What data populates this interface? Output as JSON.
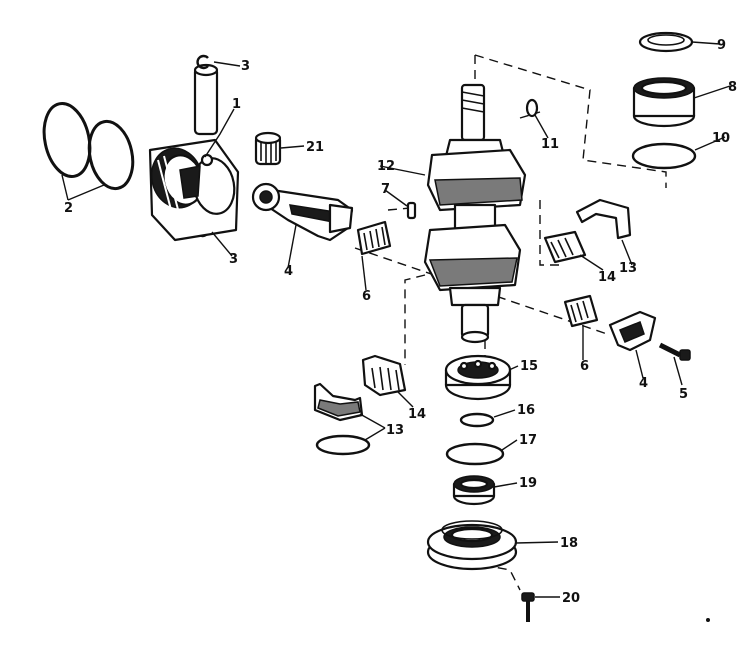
{
  "callouts": [
    {
      "id": "c1",
      "text": "1"
    },
    {
      "id": "c2",
      "text": "2"
    },
    {
      "id": "c3a",
      "text": "3"
    },
    {
      "id": "c3b",
      "text": "3"
    },
    {
      "id": "c4a",
      "text": "4"
    },
    {
      "id": "c4b",
      "text": "4"
    },
    {
      "id": "c5",
      "text": "5"
    },
    {
      "id": "c6a",
      "text": "6"
    },
    {
      "id": "c6b",
      "text": "6"
    },
    {
      "id": "c7",
      "text": "7"
    },
    {
      "id": "c8",
      "text": "8"
    },
    {
      "id": "c9",
      "text": "9"
    },
    {
      "id": "c10",
      "text": "10"
    },
    {
      "id": "c11",
      "text": "11"
    },
    {
      "id": "c12",
      "text": "12"
    },
    {
      "id": "c13a",
      "text": "13"
    },
    {
      "id": "c13b",
      "text": "13"
    },
    {
      "id": "c14a",
      "text": "14"
    },
    {
      "id": "c14b",
      "text": "14"
    },
    {
      "id": "c15",
      "text": "15"
    },
    {
      "id": "c16",
      "text": "16"
    },
    {
      "id": "c17",
      "text": "17"
    },
    {
      "id": "c18",
      "text": "18"
    },
    {
      "id": "c19",
      "text": "19"
    },
    {
      "id": "c20",
      "text": "20"
    },
    {
      "id": "c21",
      "text": "21"
    }
  ],
  "colors": {
    "ink": "#111111",
    "paper": "#ffffff"
  }
}
